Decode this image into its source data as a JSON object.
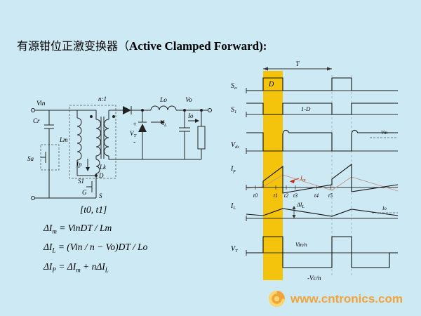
{
  "title": {
    "prefix": "有源钳位正激变换器（",
    "en": "Active Clamped Forward",
    "suffix": "):"
  },
  "circuit": {
    "vin": "Vin",
    "cr": "Cr",
    "sa": "Sa",
    "lm": "Lm",
    "ratio": "n:1",
    "ip": "Ip",
    "lk": "Lk",
    "s1": "S1",
    "g": "G",
    "d": "D",
    "s": "S",
    "lo": "Lo",
    "vo": "Vo",
    "io": "Io",
    "il": {
      "main": "I",
      "sub": "L"
    },
    "vt": {
      "main": "V",
      "sub": "T"
    },
    "plus": "+",
    "minus": "-"
  },
  "equations": {
    "interval": "[t0, t1]",
    "eq1": {
      "a": "ΔI",
      "a_sub": "m",
      "b": " = VinDT / Lm"
    },
    "eq2": {
      "a": "ΔI",
      "a_sub": "L",
      "b": " = (Vin / n − Vo)DT / Lo"
    },
    "eq3": {
      "a": "ΔI",
      "a_sub": "P",
      "b": " = ΔI",
      "b_sub": "m",
      "c": " + nΔI",
      "c_sub": "L"
    }
  },
  "waveforms": {
    "period_label": "T",
    "d_label": "D",
    "one_minus_d": "1-D",
    "vin_level": "Vin",
    "im": {
      "main": "I",
      "sub": "m"
    },
    "times": [
      "t0",
      "t1",
      "t2",
      "t3",
      "t4",
      "t5"
    ],
    "delta_il": {
      "main": "ΔI",
      "sub": "L"
    },
    "io_level": "Io",
    "vin_over_n": "Vin/n",
    "neg_vc_over_n": "-Vc/n",
    "rows": {
      "sa": {
        "main": "S",
        "sub": "a"
      },
      "s1": {
        "main": "S",
        "sub": "1"
      },
      "vds": {
        "main": "V",
        "sub": "ds"
      },
      "ip": {
        "main": "I",
        "sub": "p"
      },
      "il": {
        "main": "I",
        "sub": "L"
      },
      "vt": {
        "main": "V",
        "sub": "T"
      }
    }
  },
  "watermark": {
    "text": "www.cntronics.com"
  },
  "colors": {
    "background": "#cde9f3",
    "highlight_band": "#f4c40c",
    "annotation_red": "#cc2200",
    "watermark_orange": "#f2a43c"
  }
}
